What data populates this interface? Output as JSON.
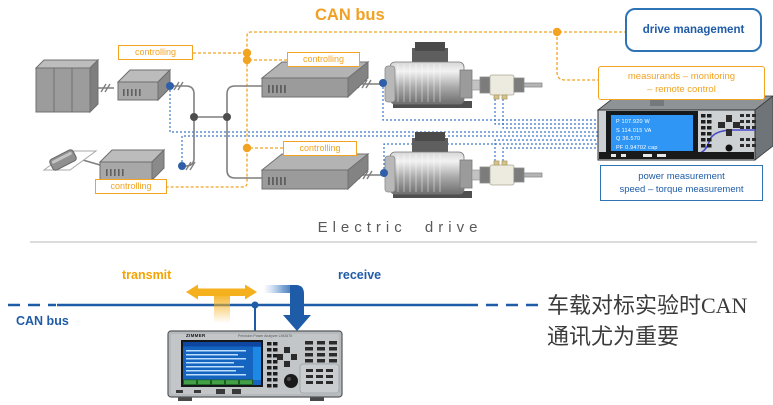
{
  "slide": {
    "top": {
      "can_bus_title": "CAN bus",
      "controlling": "controlling",
      "drive_management": "drive management",
      "measurands": {
        "line1": "measurands – monitoring",
        "line2": "– remote control"
      },
      "analyzer": {
        "screen_lines": [
          "P 107.920 W",
          "S 114.015 VA",
          "Q 36.570",
          "PF 0.94702 cap"
        ]
      },
      "power_measurement": {
        "line1": "power measurement",
        "line2": "speed – torque measurement"
      },
      "caption": "Electric drive"
    },
    "bottom": {
      "transmit": "transmit",
      "receive": "receive",
      "can_bus": "CAN bus",
      "instrument": {
        "brand": "ZIMMER",
        "model": "Precision Power Analyzer LMG670"
      },
      "note": {
        "line1": "车载对标实验时CAN",
        "line2": "通讯尤为重要"
      }
    },
    "colors": {
      "orange": "#F2A321",
      "blue": "#1F5CA8",
      "blue_dotted": "#3A78C9",
      "gray_line": "#7F7F7F"
    }
  }
}
